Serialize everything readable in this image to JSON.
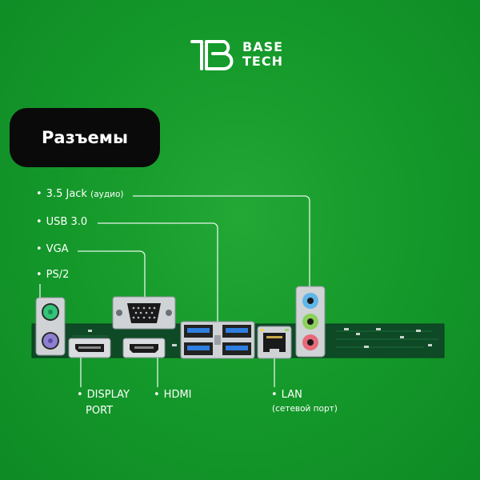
{
  "brand": {
    "line1": "BASE",
    "line2": "TECH"
  },
  "title": "Разъемы",
  "labels": {
    "jack": {
      "bullet": "•",
      "text": "3.5 Jack",
      "note": "(аудио)"
    },
    "usb": {
      "bullet": "•",
      "text": "USB 3.0"
    },
    "vga": {
      "bullet": "•",
      "text": "VGA"
    },
    "ps2": {
      "bullet": "•",
      "text": "PS/2"
    },
    "displayport": {
      "bullet": "•",
      "line1": "DISPLAY",
      "line2": "PORT"
    },
    "hdmi": {
      "bullet": "•",
      "text": "HDMI"
    },
    "lan": {
      "bullet": "•",
      "text": "LAN",
      "note": "(сетевой порт)"
    }
  },
  "colors": {
    "background": "#159a2b",
    "pill": "#0a0a0a",
    "ps2_mouse": "#33c47a",
    "ps2_keyboard": "#8e7fd0",
    "usb3": "#2f7fe0",
    "jack_line_in": "#5fb6e8",
    "jack_line_out": "#8cd15a",
    "jack_mic": "#e86a7a"
  }
}
